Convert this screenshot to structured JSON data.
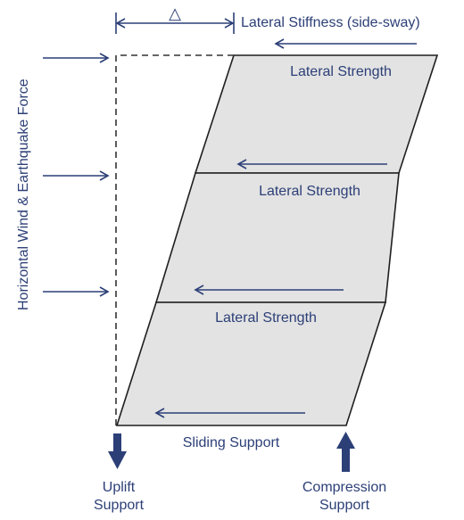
{
  "diagram": {
    "delta_symbol": "△",
    "side_label": "Horizontal Wind & Earthquake Force",
    "top_label": "Lateral Stiffness (side-sway)",
    "story_labels": [
      "Lateral Strength",
      "Lateral Strength",
      "Lateral Strength"
    ],
    "bottom_label": "Sliding Support",
    "left_support": {
      "line1": "Uplift",
      "line2": "Support"
    },
    "right_support": {
      "line1": "Compression",
      "line2": "Support"
    },
    "colors": {
      "arrow": "#2c3f77",
      "text": "#2c3f77",
      "fill": "#e3e3e3",
      "outline": "#1f1f1f",
      "dashed": "#333333"
    },
    "icons": [
      "delta-icon",
      "force-arrow-icon",
      "uplift-arrow-icon",
      "compression-arrow-icon"
    ]
  }
}
